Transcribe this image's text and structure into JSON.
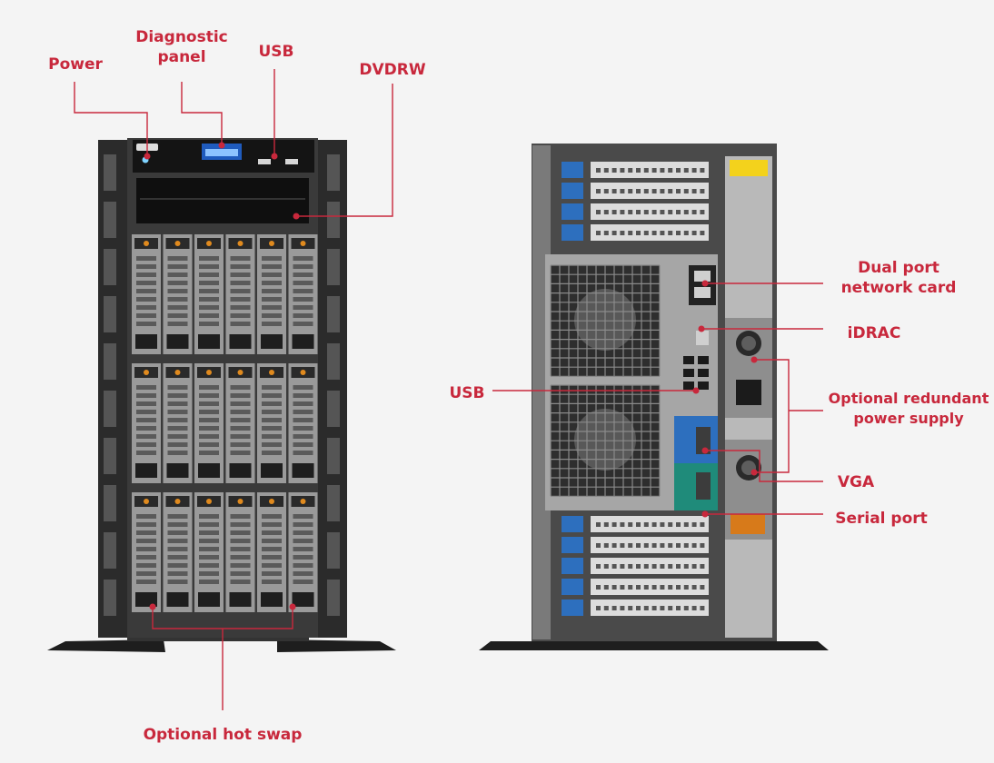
{
  "colors": {
    "callout": "#c8283c",
    "background": "#f4f4f4",
    "chassis_dark": "#2b2b2b",
    "chassis_mid": "#6a6a6a",
    "port_blue": "#2d6fbe",
    "port_teal": "#1f8b7a",
    "psu_grey": "#b9b9b9",
    "drive_latch": "#e08a1e",
    "warning_yellow": "#f3d21c"
  },
  "front": {
    "callouts": {
      "power": "Power",
      "diagnostic_panel": "Diagnostic\npanel",
      "usb": "USB",
      "dvdrw": "DVDRW",
      "hot_swap": "Optional hot swap"
    },
    "drive_bays": {
      "rows": 3,
      "columns": 6
    }
  },
  "rear": {
    "callouts": {
      "dual_port_network_card": "Dual port\nnetwork card",
      "idrac": "iDRAC",
      "usb": "USB",
      "redundant_power_supply": "Optional redundant\npower supply",
      "vga": "VGA",
      "serial_port": "Serial port"
    },
    "top_expansion_slots": 4,
    "bottom_expansion_slots": 5
  }
}
